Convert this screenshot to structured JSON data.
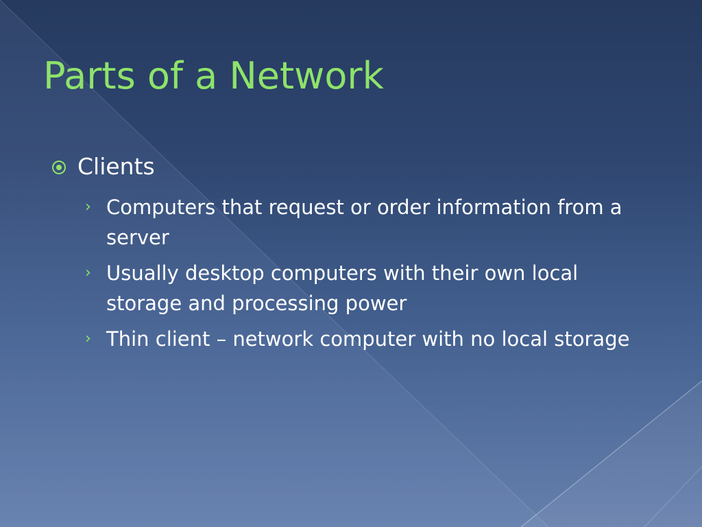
{
  "colors": {
    "background_top": "#263a5f",
    "background_bottom": "#6680ad",
    "title": "#8ee36a",
    "bullet": "#8ee36a",
    "text": "#ffffff"
  },
  "slide": {
    "title": "Parts of a Network",
    "bullet": {
      "icon": "radio-circle-bullet-icon",
      "text": "Clients",
      "subitems": [
        {
          "icon": "chevron-right-icon",
          "marker": "›",
          "text": "Computers that request or order information from a server"
        },
        {
          "icon": "chevron-right-icon",
          "marker": "›",
          "text": "Usually desktop computers with their own local storage and processing power"
        },
        {
          "icon": "chevron-right-icon",
          "marker": "›",
          "text": "Thin client – network computer with no local storage"
        }
      ]
    }
  }
}
